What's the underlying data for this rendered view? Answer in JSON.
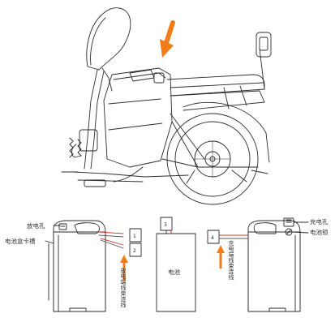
{
  "labels": {
    "discharge_port": "放电孔",
    "battery_box_slot": "电池盒卡槽",
    "discharge_wire": "放电端线束连线",
    "battery": "电池",
    "charge_wire": "充电端线束连线",
    "charge_port": "充电孔",
    "battery_lock": "电池锁"
  },
  "connector_numbers": [
    "1",
    "2",
    "3",
    "4"
  ],
  "colors": {
    "arrow": "#f07d1a",
    "line": "#2b2b2b",
    "wire_red": "#d9342b",
    "wire_dark": "#555555"
  }
}
